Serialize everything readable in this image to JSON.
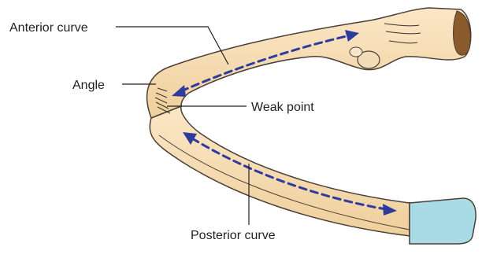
{
  "diagram": {
    "labels": {
      "anterior_curve": "Anterior curve",
      "angle": "Angle",
      "weak_point": "Weak point",
      "posterior_curve": "Posterior curve"
    },
    "colors": {
      "bone_fill": "#f6d9ae",
      "bone_outline": "#4a3f36",
      "bone_shadow": "#e6c08a",
      "cartilage": "#a9dbe6",
      "marrow": "#8a5a2b",
      "arrow": "#2f3a9e"
    }
  }
}
